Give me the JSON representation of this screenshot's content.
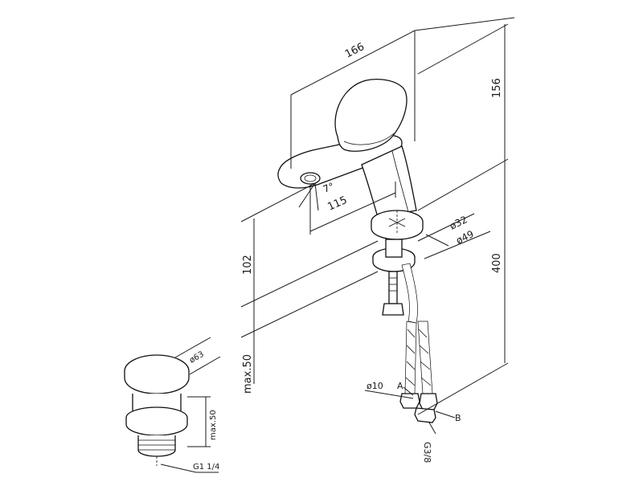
{
  "labels": {
    "width_total": "166",
    "height_top": "156",
    "height_total": "400",
    "spout_height": "102",
    "reach": "115",
    "angle": "7°",
    "base_inner_dia": "ø32",
    "base_outer_dia": "ø49",
    "max_thickness": "max.50",
    "hose_dia": "ø10",
    "label_a": "A",
    "label_b": "B",
    "thread": "G3/8",
    "drain_dia": "ø63",
    "drain_max": "max.50",
    "drain_thread": "G1 1/4"
  },
  "colors": {
    "line": "#111111",
    "background": "#ffffff"
  }
}
